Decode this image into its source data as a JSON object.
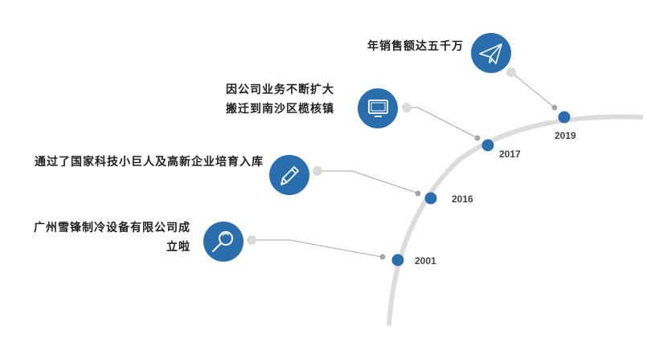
{
  "milestones": [
    {
      "year": "2001",
      "lines": [
        "广州雪锋制冷设备有限公司成",
        "立啦"
      ],
      "icon": "magnifier-icon"
    },
    {
      "year": "2016",
      "lines": [
        "通过了国家科技小巨人及高新企业培育入库"
      ],
      "icon": "pencil-icon"
    },
    {
      "year": "2017",
      "lines": [
        "因公司业务不断扩大",
        "搬迁到南沙区榄核镇"
      ],
      "icon": "monitor-icon"
    },
    {
      "year": "2019",
      "lines": [
        "年销售额达五千万"
      ],
      "icon": "paper-plane-icon"
    }
  ],
  "colors": {
    "accent": "#2a6ead",
    "arc": "#dcdcdc",
    "connector": "#a6a6a6",
    "endpoint": "#dadada",
    "text": "#222222",
    "year": "#444444"
  }
}
